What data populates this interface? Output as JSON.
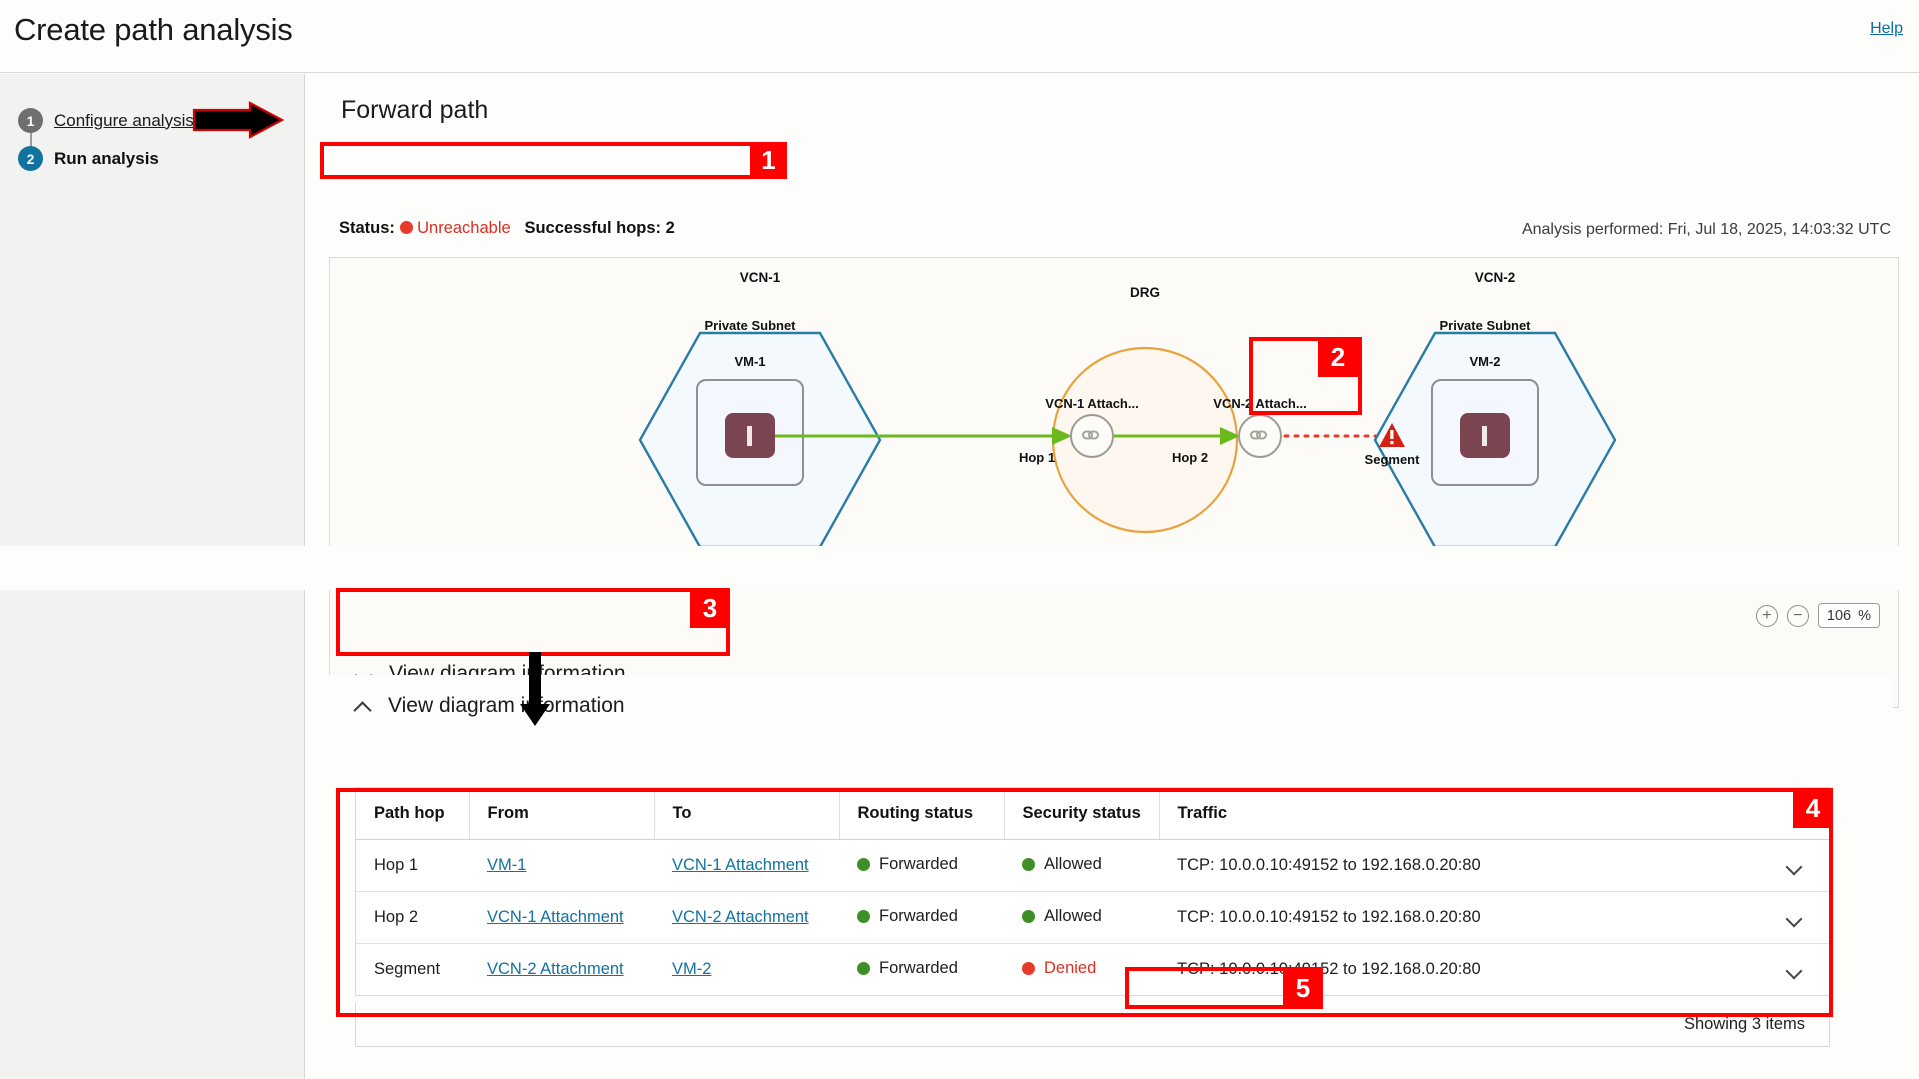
{
  "header": {
    "title": "Create path analysis",
    "help_label": "Help"
  },
  "wizard": {
    "steps": [
      {
        "num": "1",
        "label": "Configure analysis",
        "state": "done"
      },
      {
        "num": "2",
        "label": "Run analysis",
        "state": "current"
      }
    ]
  },
  "main": {
    "section_title": "Forward path",
    "status": {
      "status_label": "Status:",
      "status_value": "Unreachable",
      "status_color": "#d93025",
      "hops_label": "Successful hops: 2",
      "analysis_performed": "Analysis performed: Fri, Jul 18, 2025, 14:03:32 UTC"
    },
    "zoom": {
      "plus": "+",
      "minus": "−",
      "value": "106",
      "unit": "%"
    },
    "accordion_collapsed_label": "View diagram information",
    "accordion_expanded_label": "View diagram information"
  },
  "diagram": {
    "vcn1": {
      "title": "VCN-1",
      "subnet": "Private Subnet",
      "vm": "VM-1",
      "vm_glyph": "I"
    },
    "vcn2": {
      "title": "VCN-2",
      "subnet": "Private Subnet",
      "vm": "VM-2",
      "vm_glyph": "I"
    },
    "drg": {
      "title": "DRG"
    },
    "attach1": {
      "label": "VCN-1 Attach...",
      "icon": "link-icon"
    },
    "attach2": {
      "label": "VCN-2 Attach...",
      "icon": "link-icon"
    },
    "hop1_label": "Hop 1",
    "hop2_label": "Hop 2",
    "segment_label": "Segment",
    "segment_icon": "warning-triangle-icon",
    "colors": {
      "vcn_border": "#2a7ca3",
      "vcn_fill": "#f4f9fd",
      "drg_border": "#e8a33d",
      "drg_fill": "#fdf7ef",
      "allowed_link": "#6aba1e",
      "denied_link": "#e8392d",
      "vm_fill": "#7a4450"
    }
  },
  "table": {
    "columns": [
      "Path hop",
      "From",
      "To",
      "Routing status",
      "Security status",
      "Traffic"
    ],
    "rows": [
      {
        "hop": "Hop 1",
        "from": "VM-1",
        "to": "VCN-1 Attachment",
        "routing": "Forwarded",
        "routing_state": "ok",
        "security": "Allowed",
        "security_state": "ok",
        "traffic": "TCP: 10.0.0.10:49152 to 192.168.0.20:80"
      },
      {
        "hop": "Hop 2",
        "from": "VCN-1 Attachment",
        "to": "VCN-2 Attachment",
        "routing": "Forwarded",
        "routing_state": "ok",
        "security": "Allowed",
        "security_state": "ok",
        "traffic": "TCP: 10.0.0.10:49152 to 192.168.0.20:80"
      },
      {
        "hop": "Segment",
        "from": "VCN-2 Attachment",
        "to": "VM-2",
        "routing": "Forwarded",
        "routing_state": "ok",
        "security": "Denied",
        "security_state": "bad",
        "traffic": "TCP: 10.0.0.10:49152 to 192.168.0.20:80"
      }
    ],
    "footer": "Showing 3 items"
  },
  "annotations": {
    "callouts": [
      "1",
      "2",
      "3",
      "4",
      "5"
    ],
    "color": "#ff0000"
  }
}
